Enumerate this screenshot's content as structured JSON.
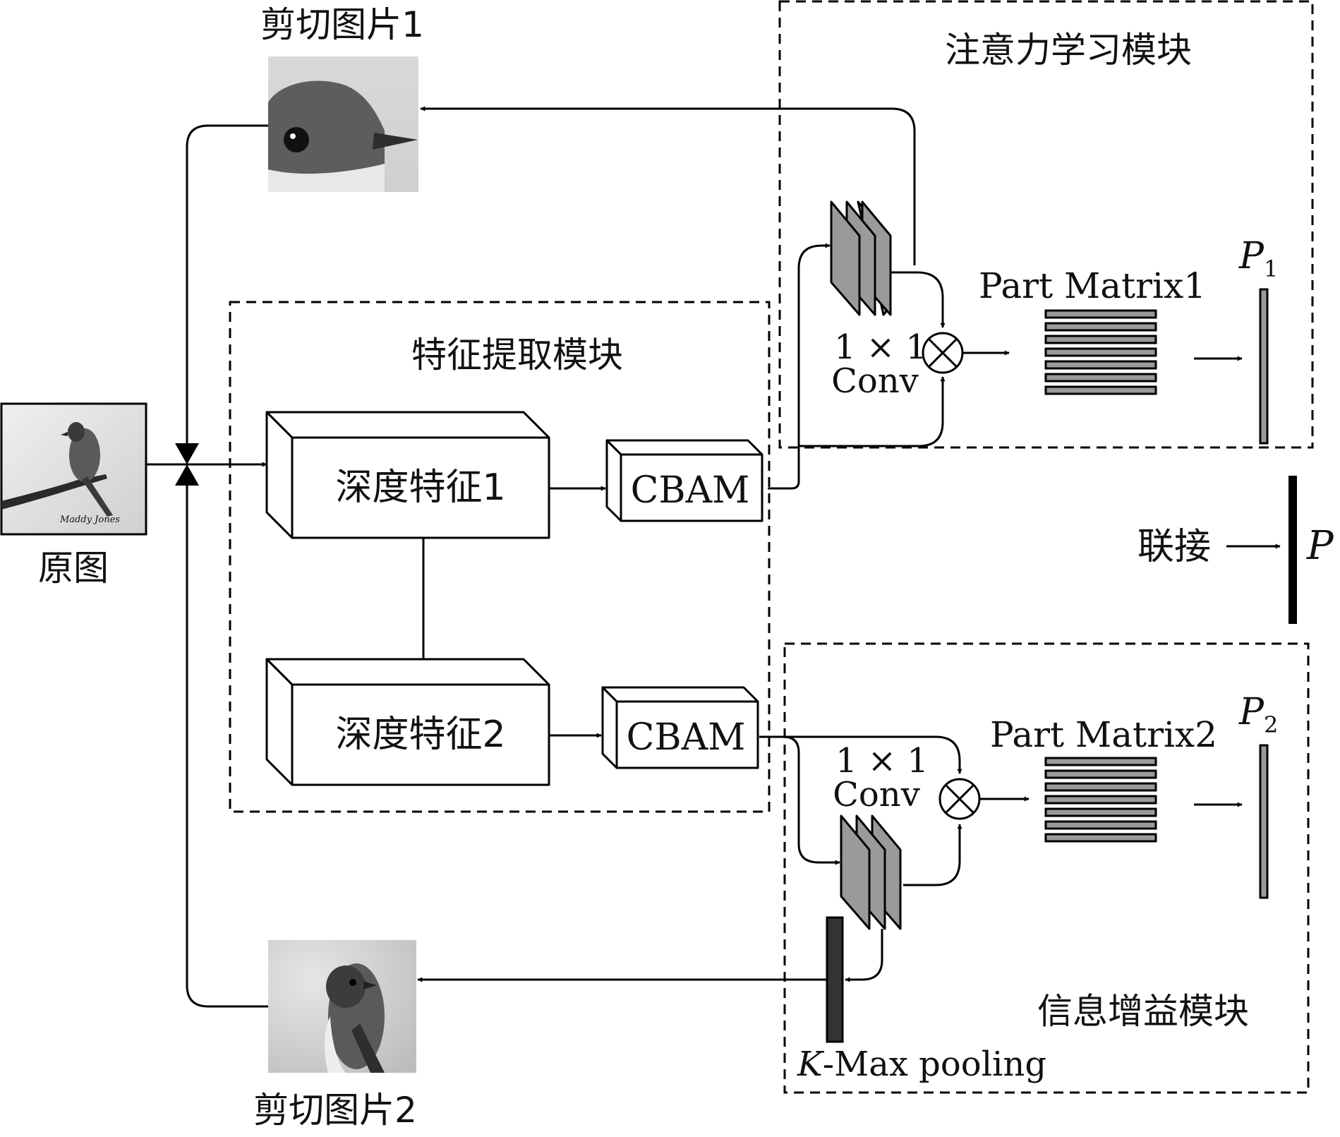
{
  "labels": {
    "crop1": "剪切图片1",
    "crop2": "剪切图片2",
    "original": "原图",
    "feature_module": "特征提取模块",
    "attention_module": "注意力学习模块",
    "info_gain_module": "信息增益模块",
    "deep_feature_1": "深度特征1",
    "deep_feature_2": "深度特征2",
    "cbam_1": "CBAM",
    "cbam_2": "CBAM",
    "conv_1_line1": "1 × 1",
    "conv_1_line2": "Conv",
    "conv_2_line1": "1 × 1",
    "conv_2_line2": "Conv",
    "part_matrix_1": "Part Matrix1",
    "part_matrix_2": "Part Matrix2",
    "p1_letter": "P",
    "p1_sub": "1",
    "p2_letter": "P",
    "p2_sub": "2",
    "concat": "联接",
    "p_final": "P",
    "kmax_k": "K",
    "kmax_rest": "-Max pooling"
  }
}
